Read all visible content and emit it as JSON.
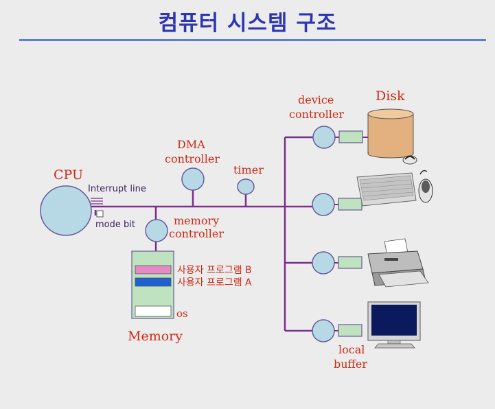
{
  "title": "컴퓨터 시스템 구조",
  "labels": {
    "cpu": "CPU",
    "interrupt_line": "Interrupt line",
    "mode_bit": "mode bit",
    "dma_line1": "DMA",
    "dma_line2": "controller",
    "timer": "timer",
    "memctl_line1": "memory",
    "memctl_line2": "controller",
    "user_prog_b": "사용자 프로그램 B",
    "user_prog_a": "사용자 프로그램 A",
    "os": "os",
    "memory": "Memory",
    "devctl_line1": "device",
    "devctl_line2": "controller",
    "disk": "Disk",
    "local_line1": "local",
    "local_line2": "buffer"
  },
  "colors": {
    "title": "#2e35b0",
    "label_red": "#cc2a14",
    "bus": "#7a2f8a",
    "circle_fill": "#b7d9e6",
    "buffer_fill": "#bfe3bf",
    "disk_fill": "#e3b07f",
    "prog_b": "#e48ac7",
    "prog_a": "#1f5fd1"
  },
  "icons": {
    "keyboard": "keyboard-mouse-icon",
    "printer": "printer-icon",
    "monitor": "monitor-icon"
  }
}
